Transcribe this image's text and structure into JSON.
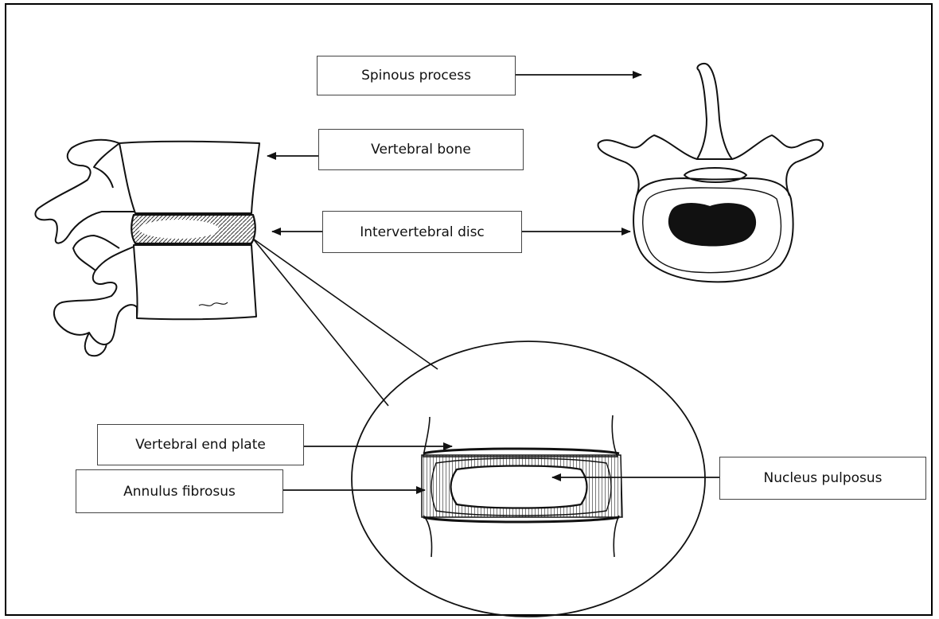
{
  "labels": {
    "spinous_process": "Spinous process",
    "vertebral_bone": "Vertebral bone",
    "intervertebral_disc": "Intervertebral disc",
    "vertebral_end_plate": "Vertebral end plate",
    "annulus_fibrosus": "Annulus fibrosus",
    "nucleus_pulposus": "Nucleus pulposus"
  },
  "colors": {
    "ink": "#111111",
    "background": "#ffffff"
  }
}
